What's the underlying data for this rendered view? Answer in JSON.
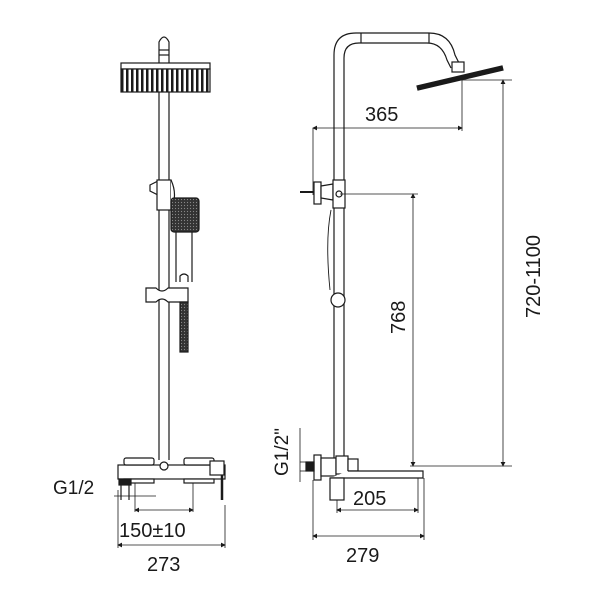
{
  "diagram": {
    "type": "technical-drawing",
    "subject": "shower column system",
    "colors": {
      "line": "#1a1a1a",
      "thin": "#555555",
      "background": "#ffffff"
    },
    "front_view": {
      "labels": {
        "inlet_thread": "G1/2",
        "inlet_spacing": "150±10",
        "total_width": "273"
      }
    },
    "side_view": {
      "labels": {
        "head_reach": "365",
        "height_range": "720-1100",
        "slide_height": "768",
        "inlet_thread": "G1/2\"",
        "spout_reach": "205",
        "total_depth": "279"
      }
    }
  }
}
